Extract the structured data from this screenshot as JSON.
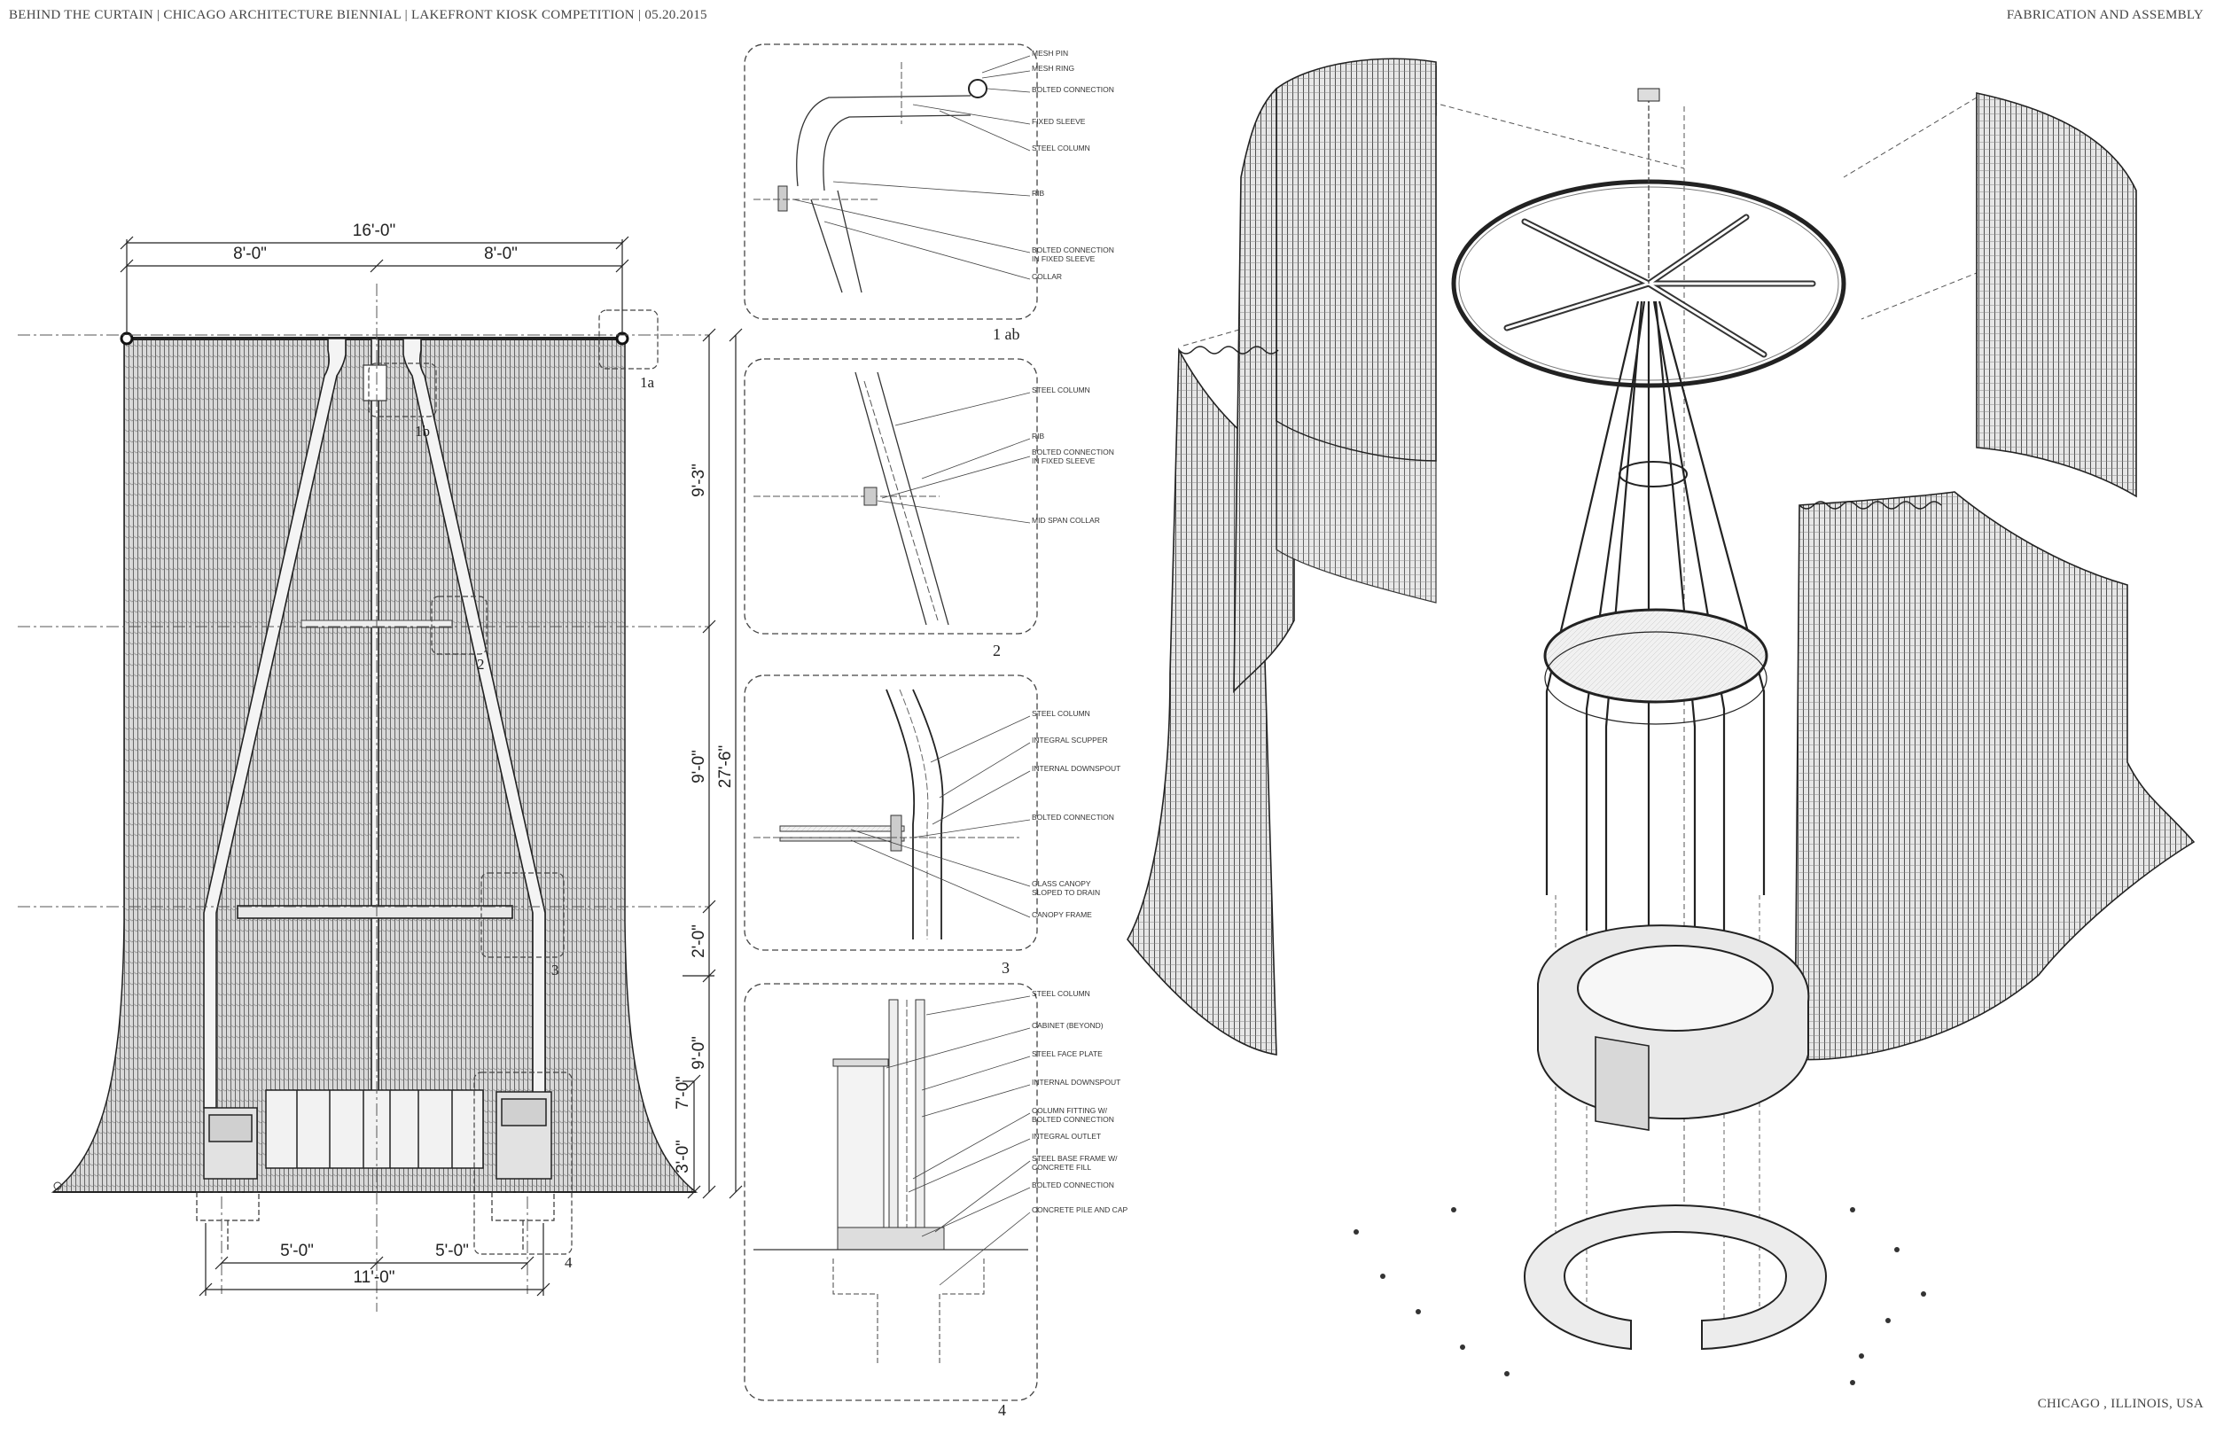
{
  "header": {
    "left": "BEHIND THE CURTAIN | CHICAGO ARCHITECTURE BIENNIAL | LAKEFRONT KIOSK COMPETITION | 05.20.2015",
    "right": "FABRICATION AND ASSEMBLY"
  },
  "footer": {
    "location": "CHICAGO , ILLINOIS, USA"
  },
  "elevation": {
    "dims": {
      "overall_width": "16'-0\"",
      "half_left": "8'-0\"",
      "half_right": "8'-0\"",
      "upper": "9'-3\"",
      "middle": "9'-0\"",
      "total_height": "27'-6\"",
      "canopy": "2'-0\"",
      "lower": "9'-0\"",
      "cabinet": "7'-0\"",
      "base": "3'-0\"",
      "base_left": "5'-0\"",
      "base_right": "5'-0\"",
      "base_width": "11'-0\""
    },
    "callouts": [
      "1a",
      "1b",
      "2",
      "3",
      "4"
    ]
  },
  "details": [
    {
      "tag": "1 ab",
      "notes": [
        "MESH PIN",
        "MESH RING",
        "BOLTED CONNECTION",
        "FIXED SLEEVE",
        "STEEL COLUMN",
        "RIB",
        "BOLTED CONNECTION\nIN FIXED SLEEVE",
        "COLLAR"
      ]
    },
    {
      "tag": "2",
      "notes": [
        "STEEL COLUMN",
        "RIB",
        "BOLTED CONNECTION\nIN FIXED SLEEVE",
        "MID SPAN COLLAR"
      ]
    },
    {
      "tag": "3",
      "notes": [
        "STEEL COLUMN",
        "INTEGRAL SCUPPER",
        "INTERNAL DOWNSPOUT",
        "BOLTED CONNECTION",
        "GLASS CANOPY\nSLOPED TO DRAIN",
        "CANOPY FRAME"
      ]
    },
    {
      "tag": "4",
      "notes": [
        "STEEL COLUMN",
        "CABINET (BEYOND)",
        "STEEL FACE PLATE",
        "INTERNAL DOWNSPOUT",
        "COLUMN FITTING W/\nBOLTED CONNECTION",
        "INTEGRAL OUTLET",
        "STEEL BASE FRAME W/\nCONCRETE FILL",
        "BOLTED CONNECTION",
        "CONCRETE PILE AND CAP"
      ]
    }
  ]
}
